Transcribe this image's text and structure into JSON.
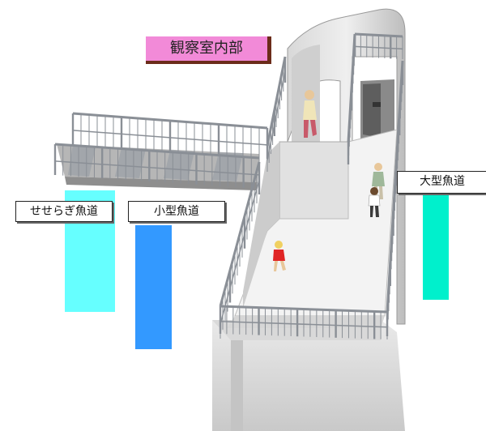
{
  "title": "観察室内部",
  "labels": {
    "seseragi": "せせらぎ魚道",
    "small": "小型魚道",
    "large": "大型魚道"
  },
  "colors": {
    "title_bg": "#f28ad8",
    "seseragi_bar": "#66ffff",
    "small_bar": "#3399ff",
    "large_bar": "#00f0cc",
    "concrete_light": "#eeeeee",
    "concrete_mid": "#d4d4d4",
    "concrete_dark": "#aeaeae",
    "railing": "#8a8f96"
  }
}
